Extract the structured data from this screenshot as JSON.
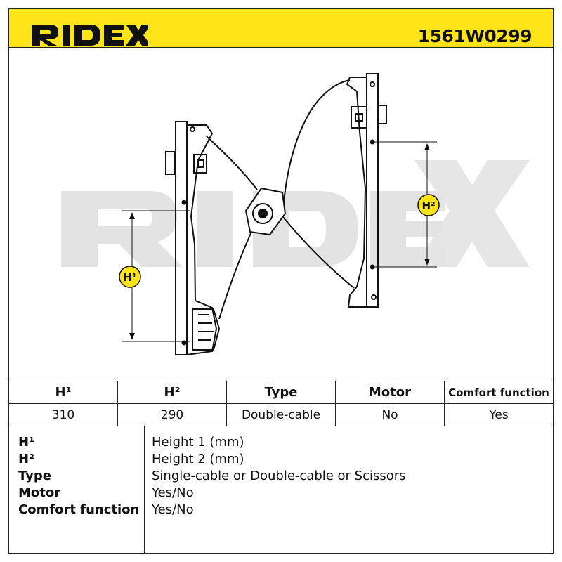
{
  "header": {
    "brand": "RIDEX",
    "part_number": "1561W0299",
    "background_color": "#ffe419"
  },
  "drawing": {
    "watermark": "RIDEX",
    "h1_marker": "H¹",
    "h2_marker": "H²",
    "marker_color": "#ffe419"
  },
  "spec_table": {
    "headers": [
      "H¹",
      "H²",
      "Type",
      "Motor",
      "Comfort function"
    ],
    "values": [
      "310",
      "290",
      "Double-cable",
      "No",
      "Yes"
    ]
  },
  "legend": {
    "rows": [
      {
        "key": "H¹",
        "desc": "Height 1 (mm)"
      },
      {
        "key": "H²",
        "desc": "Height 2 (mm)"
      },
      {
        "key": "Type",
        "desc": "Single-cable or Double-cable or Scissors"
      },
      {
        "key": "Motor",
        "desc": "Yes/No"
      },
      {
        "key": "Comfort function",
        "desc": "Yes/No"
      }
    ]
  }
}
